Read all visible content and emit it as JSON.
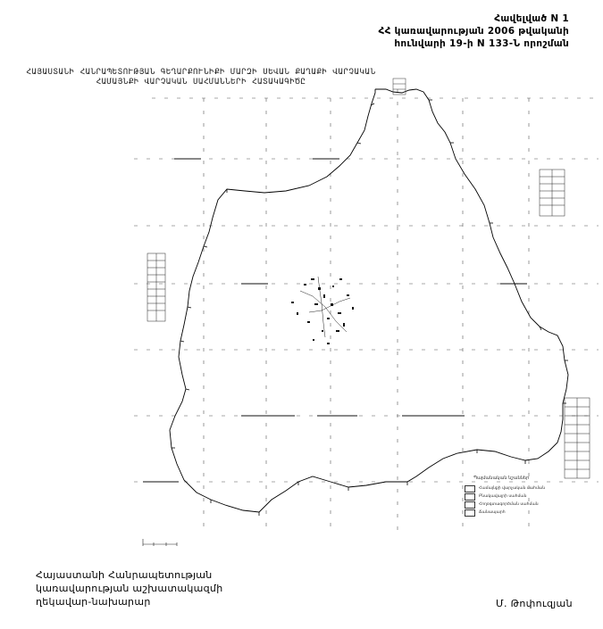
{
  "annex": {
    "line1": "Հավելված N 1",
    "line2": "ՀՀ կառավարության 2006 թվականի",
    "line3": "հունվարի 19-ի N 133-Ն որոշման"
  },
  "map_title": {
    "line1": "ՀԱՅԱՍՏԱՆԻ ՀԱՆՐԱՊԵՏՈՒԹՅԱՆ ԳԵՂԱՐՔՈՒՆԻՔԻ ՄԱՐԶԻ ՍԵՎԱՆ ՔԱՂԱՔԻ ՎԱՐՉԱԿԱՆ",
    "line2": "ՀԱՄԱՅՆՔԻ ՎԱՐՉԱԿԱՆ ՍԱՀՄԱՆՆԵՐԻ ՀԱՏԱԿԱԳԻԾԸ"
  },
  "legend": {
    "title": "Պայմանական նշաններ",
    "items": [
      "Համայնքի վարչական սահման",
      "Բնակավայրի սահման",
      "Հողօգտագործման սահման",
      "Ճանապարհ"
    ]
  },
  "signature_left": {
    "line1": "Հայաստանի Հանրապետության",
    "line2": "կառավարության աշխատակազմի",
    "line3": "ղեկավար-նախարար"
  },
  "signature_right": "Մ. Թոփուզյան",
  "colors": {
    "ink": "#000000",
    "paper": "#ffffff"
  }
}
